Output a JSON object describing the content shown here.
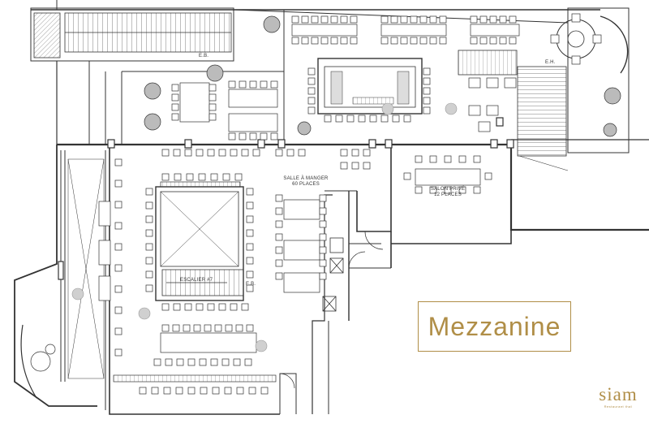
{
  "plan": {
    "title": "Mezzanine",
    "accent_color": "#b08e47",
    "line_color": "#444444"
  },
  "labels": {
    "salle_line1": "SALLE À MANGER",
    "salle_line2": "60 PLACES",
    "salon_line1": "SALON PRIVÉ",
    "salon_line2": "12 PLACES",
    "escalier": "ESCALIER #7",
    "eb_top": "E.B.",
    "eh_right": "E.H.",
    "eb_stair": "E.B."
  },
  "brand": {
    "name": "siam",
    "tagline": "Restaurant thaï"
  }
}
